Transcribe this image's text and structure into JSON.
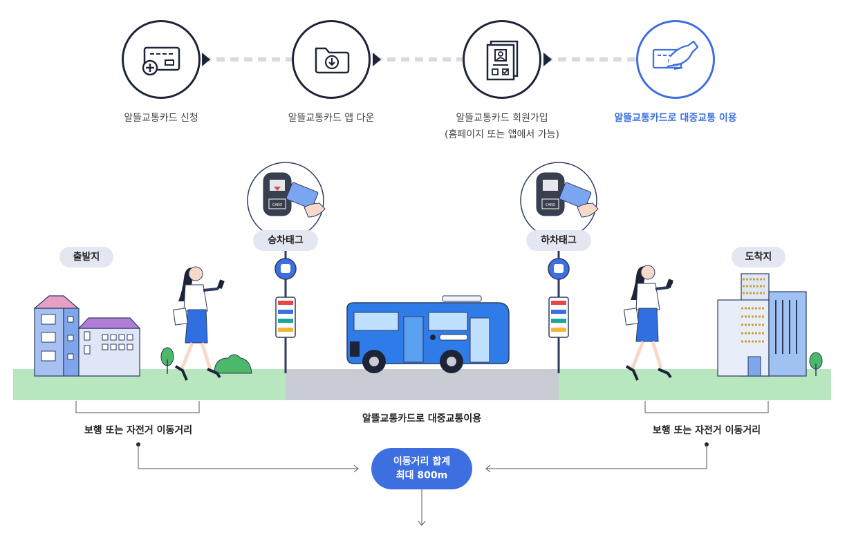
{
  "steps": [
    {
      "label": "알뜰교통카드 신청",
      "icon": "card-plus-icon"
    },
    {
      "label": "알뜰교통카드 앱 다운",
      "icon": "folder-download-icon"
    },
    {
      "label": "알뜰교통카드 회원가입",
      "sublabel": "(홈페이지 또는 앱에서 가능)",
      "icon": "member-form-icon"
    },
    {
      "label": "알뜰교통카드로 대중교통 이용",
      "icon": "card-hand-icon"
    }
  ],
  "places": {
    "origin": "출발지",
    "destination": "도착지"
  },
  "tags": {
    "board": "승차태그",
    "alight": "하차태그"
  },
  "tag_card_text": "CARD",
  "captions": {
    "walk_left": "보행 또는 자전거 이동거리",
    "transit": "알뜰교통카드로 대중교통이용",
    "walk_right": "보행 또는 자전거 이동거리"
  },
  "total": {
    "line1": "이동거리 합계",
    "line2": "최대 800m"
  },
  "colors": {
    "accent": "#3d6fe0",
    "dark": "#1e2438",
    "ground": "#b8e6bf",
    "road": "#c9ccd3",
    "bus": "#2f7be8"
  }
}
